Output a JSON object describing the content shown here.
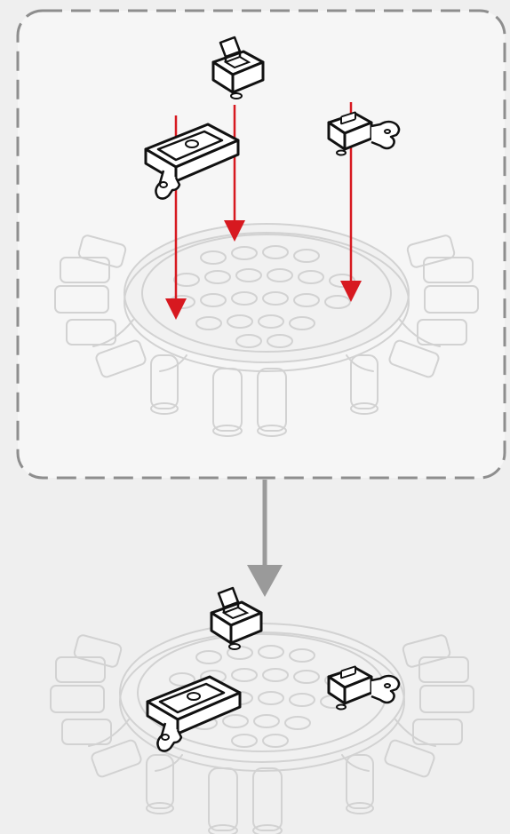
{
  "colors": {
    "background": "#efefef",
    "panel_fill": "#f6f6f6",
    "panel_border": "#8e8e8e",
    "placement_arrow": "#d71920",
    "step_arrow": "#9a9a9a",
    "ghost_line": "#d2d2d2",
    "part_line": "#111111",
    "part_fill": "#ffffff"
  },
  "callout_panel": {
    "border_style": "dashed",
    "parts": [
      {
        "name": "plate-1x2-with-clip",
        "icon": "plate-clip-icon"
      },
      {
        "name": "plate-1x1-with-vertical-clip",
        "icon": "vertical-clip-icon"
      },
      {
        "name": "plate-1x1-with-clip",
        "icon": "side-clip-icon"
      }
    ],
    "arrows": 3
  },
  "result": {
    "parts": [
      {
        "name": "plate-1x2-with-clip",
        "icon": "plate-clip-icon"
      },
      {
        "name": "plate-1x1-with-vertical-clip",
        "icon": "vertical-clip-icon"
      },
      {
        "name": "plate-1x1-with-clip",
        "icon": "side-clip-icon"
      }
    ]
  }
}
